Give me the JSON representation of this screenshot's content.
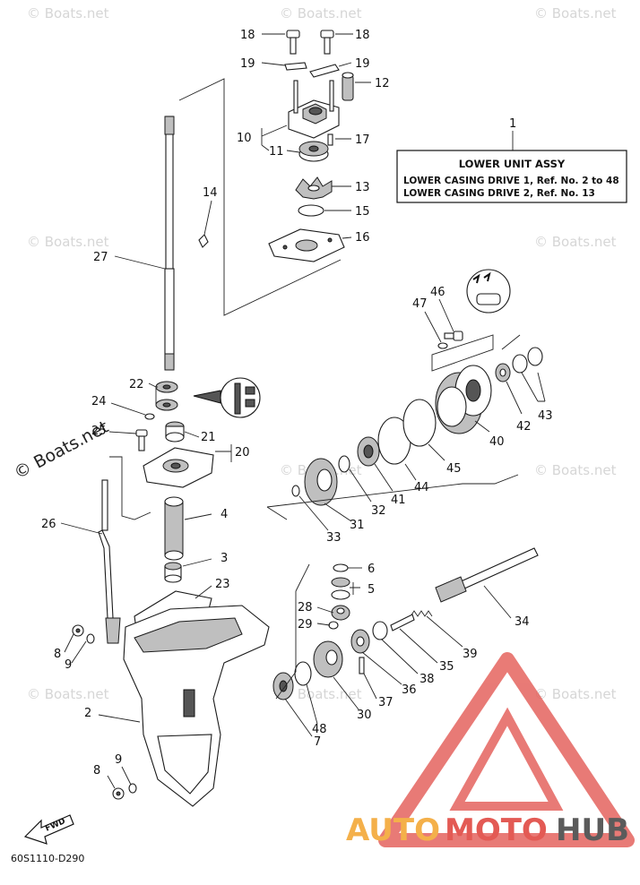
{
  "watermark": "© Boats.net",
  "watermark_large": "© Boats.net",
  "assembly_box": {
    "ref_number": "1",
    "title": "LOWER UNIT ASSY",
    "line1": "LOWER CASING DRIVE 1, Ref. No. 2 to 48",
    "line2": "LOWER CASING DRIVE 2, Ref. No. 13"
  },
  "diagram_code": "60S1110-D290",
  "fwd_label": "FWD",
  "logo": {
    "part1": "AUTO",
    "part2": "MOTO",
    "part3": "HUB"
  },
  "callouts": [
    {
      "label": "18"
    },
    {
      "label": "18"
    },
    {
      "label": "19"
    },
    {
      "label": "19"
    },
    {
      "label": "12"
    },
    {
      "label": "10"
    },
    {
      "label": "11"
    },
    {
      "label": "17"
    },
    {
      "label": "13"
    },
    {
      "label": "14"
    },
    {
      "label": "15"
    },
    {
      "label": "16"
    },
    {
      "label": "27"
    },
    {
      "label": "46"
    },
    {
      "label": "47"
    },
    {
      "label": "22"
    },
    {
      "label": "24"
    },
    {
      "label": "25"
    },
    {
      "label": "21"
    },
    {
      "label": "20"
    },
    {
      "label": "43"
    },
    {
      "label": "42"
    },
    {
      "label": "40"
    },
    {
      "label": "45"
    },
    {
      "label": "44"
    },
    {
      "label": "41"
    },
    {
      "label": "32"
    },
    {
      "label": "31"
    },
    {
      "label": "33"
    },
    {
      "label": "26"
    },
    {
      "label": "4"
    },
    {
      "label": "3"
    },
    {
      "label": "6"
    },
    {
      "label": "5"
    },
    {
      "label": "23"
    },
    {
      "label": "28"
    },
    {
      "label": "29"
    },
    {
      "label": "34"
    },
    {
      "label": "8"
    },
    {
      "label": "9"
    },
    {
      "label": "39"
    },
    {
      "label": "35"
    },
    {
      "label": "38"
    },
    {
      "label": "36"
    },
    {
      "label": "37"
    },
    {
      "label": "30"
    },
    {
      "label": "48"
    },
    {
      "label": "7"
    },
    {
      "label": "2"
    },
    {
      "label": "8"
    },
    {
      "label": "9"
    }
  ]
}
